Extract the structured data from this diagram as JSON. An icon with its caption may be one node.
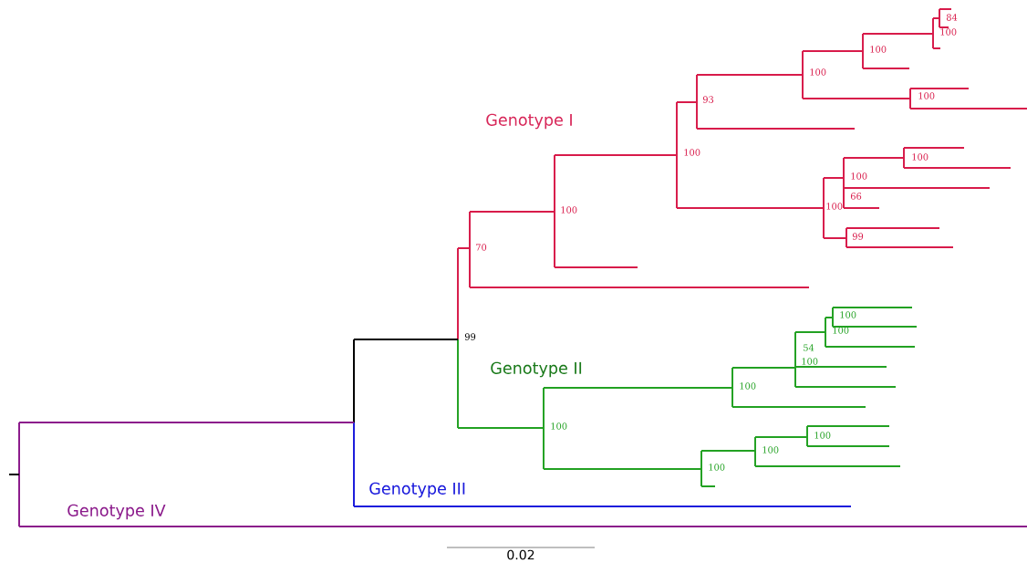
{
  "diagram": {
    "labels": [
      "84",
      "100",
      "100",
      "100",
      "100",
      "93",
      "Genotype I",
      "100",
      "100",
      "100",
      "66",
      "100",
      "99",
      "100",
      "70",
      "99",
      "100",
      "100",
      "54",
      "100",
      "Genotype II",
      "100",
      "100",
      "100",
      "100",
      "100",
      "Genotype III",
      "Genotype IV",
      "0.02"
    ]
  }
}
